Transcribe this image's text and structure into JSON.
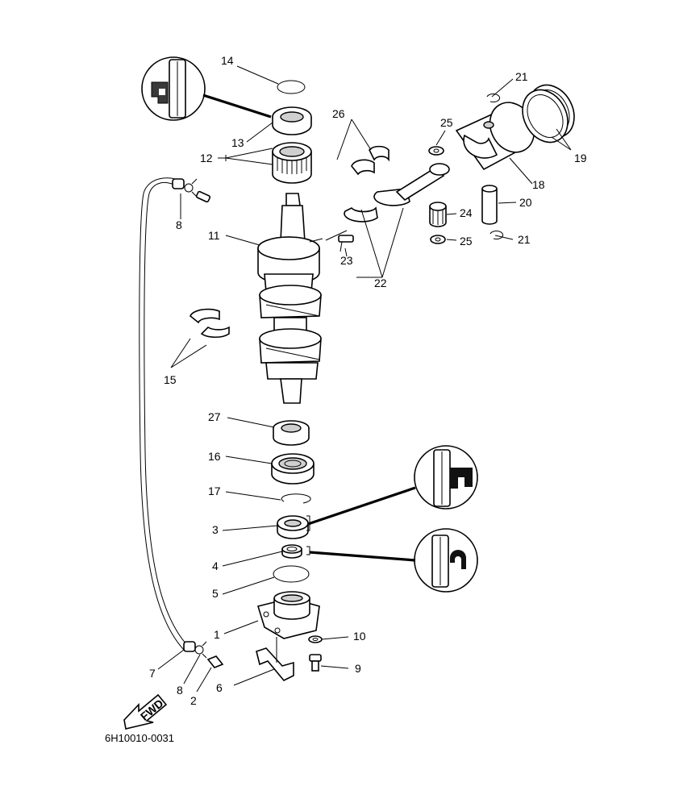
{
  "drawing_code": "6H10010-0031",
  "direction_label": "FWD",
  "callouts": {
    "c1": "1",
    "c2": "2",
    "c3": "3",
    "c4": "4",
    "c5": "5",
    "c6": "6",
    "c7": "7",
    "c8a": "8",
    "c8b": "8",
    "c9": "9",
    "c10": "10",
    "c11": "11",
    "c12": "12",
    "c13": "13",
    "c14": "14",
    "c15": "15",
    "c16": "16",
    "c17": "17",
    "c18": "18",
    "c19": "19",
    "c20": "20",
    "c21a": "21",
    "c21b": "21",
    "c22": "22",
    "c23": "23",
    "c24": "24",
    "c25a": "25",
    "c25b": "25",
    "c26": "26",
    "c27": "27"
  },
  "icons": [
    "grease-icon",
    "sealant-icon",
    "oil-icon"
  ]
}
